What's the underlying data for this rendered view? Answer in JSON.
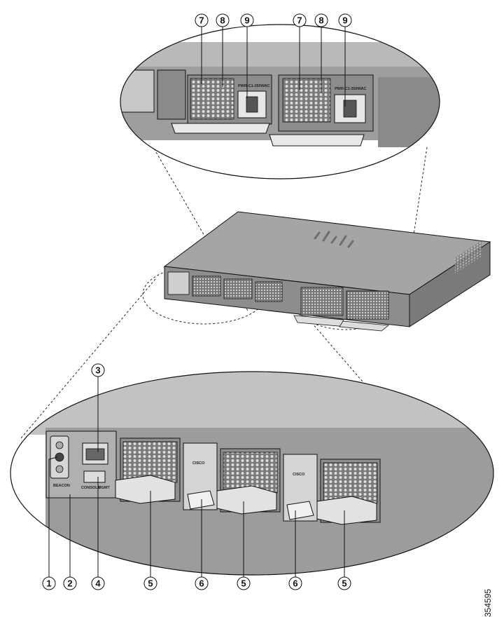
{
  "figure_id": "354595",
  "callouts_bottom": [
    "1",
    "2",
    "3",
    "4",
    "5",
    "6",
    "5",
    "6",
    "5"
  ],
  "callouts_top": [
    "7",
    "8",
    "9",
    "7",
    "8",
    "9"
  ],
  "labels": {
    "beacon": "BEACON",
    "psu_model_1": "PWR-C1-350WAC",
    "psu_model_2": "PWR-C1-350WAC",
    "fan_logo_1": "CISCO",
    "fan_logo_2": "CISCO",
    "console": "CONSOLE",
    "mgmt": "MGMT"
  },
  "colors": {
    "chassis": "#9a9a9a",
    "chassis_light": "#c4c4c4",
    "chassis_dark": "#6e6e6e",
    "line": "#1a1a1a"
  }
}
